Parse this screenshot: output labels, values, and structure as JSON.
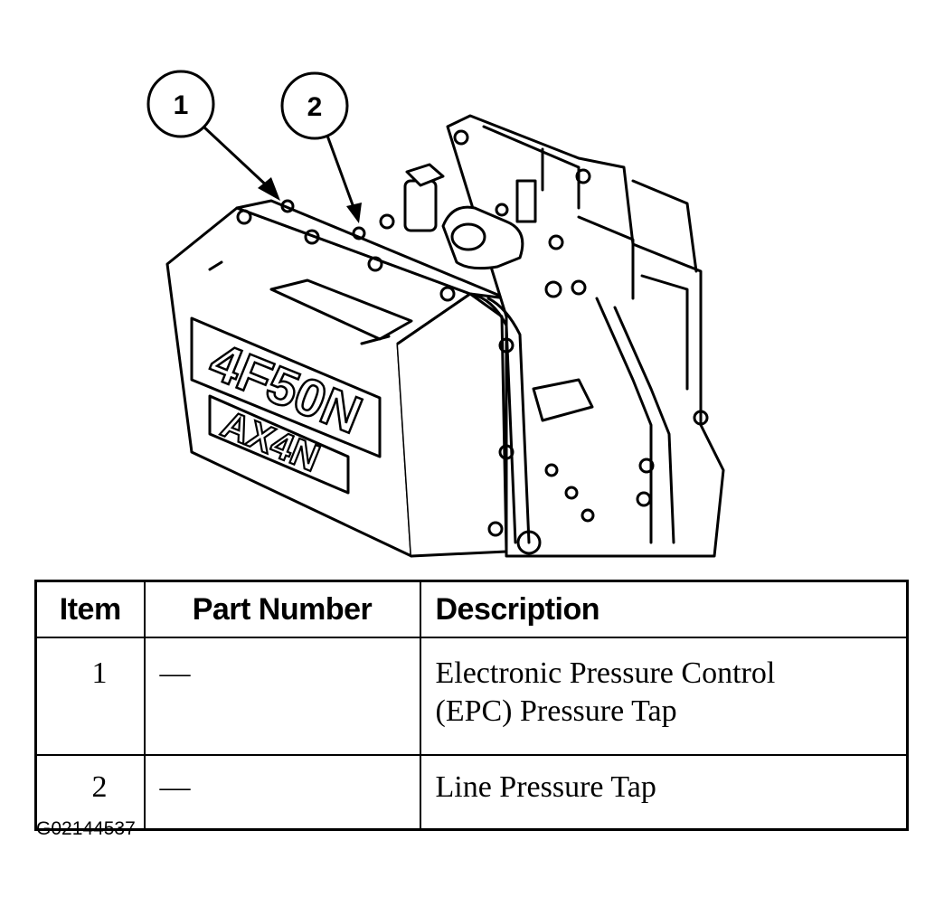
{
  "illustration": {
    "subject": "transmission-assembly",
    "cast_labels": {
      "model_primary": "4F50N",
      "model_secondary": "AX4N"
    },
    "callouts": [
      {
        "number": "1"
      },
      {
        "number": "2"
      }
    ]
  },
  "table": {
    "headers": {
      "item": "Item",
      "part_number": "Part Number",
      "description": "Description"
    },
    "rows": [
      {
        "item": "1",
        "part_number": "—",
        "description_line1": "Electronic Pressure Control",
        "description_line2": "(EPC) Pressure Tap"
      },
      {
        "item": "2",
        "part_number": "—",
        "description_line1": "Line Pressure Tap",
        "description_line2": ""
      }
    ]
  },
  "figure_id": "G02144537"
}
